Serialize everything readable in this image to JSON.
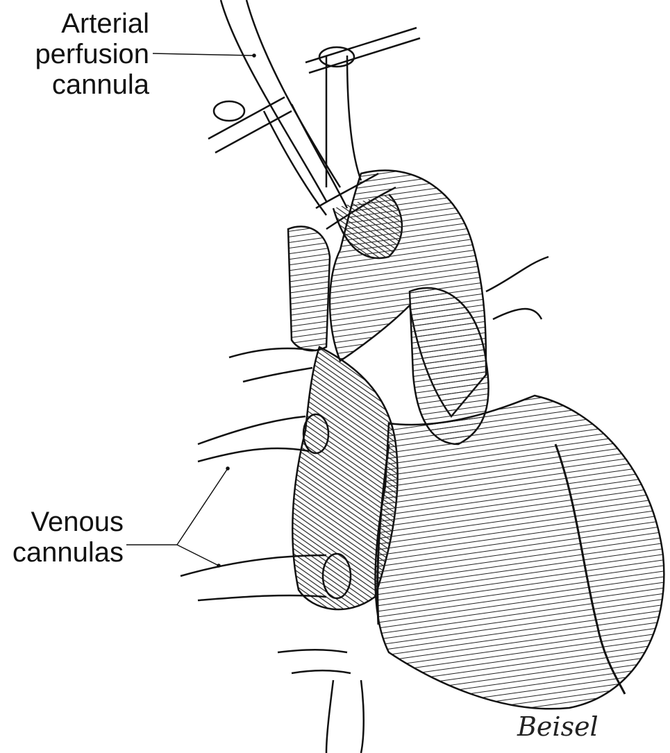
{
  "labels": {
    "arterial": [
      "Arterial",
      "perfusion",
      "cannula"
    ],
    "venous": [
      "Venous",
      "cannulas"
    ]
  },
  "signature": "Beisel"
}
